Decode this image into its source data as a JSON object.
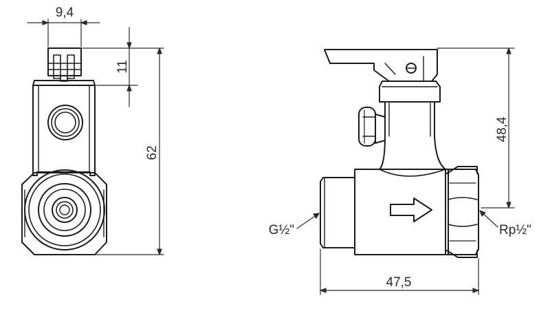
{
  "labels": {
    "dim_top_width": "9,4",
    "dim_handle_height": "11",
    "dim_total_height": "62",
    "dim_side_height": "48,4",
    "dim_length": "47,5",
    "thread_inlet": "G½\"",
    "thread_outlet": "Rp½\""
  },
  "colors": {
    "line": "#1a1a1a",
    "dim": "#2b2b2b",
    "fill": "#ffffff"
  }
}
